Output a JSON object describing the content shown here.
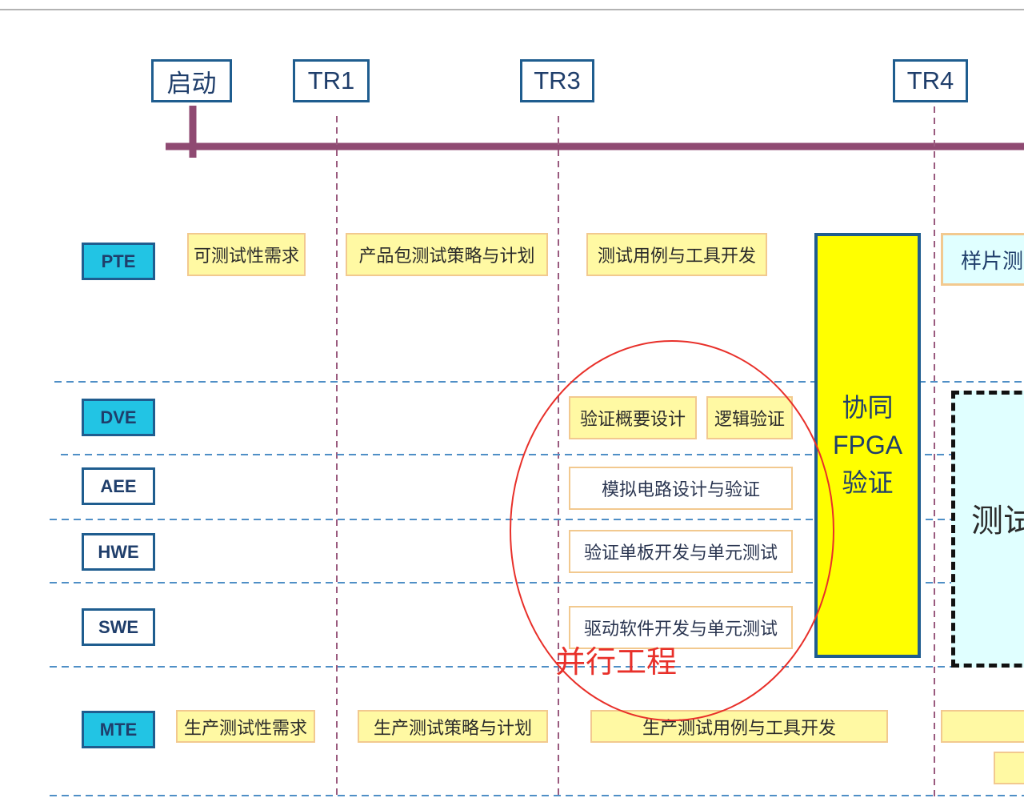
{
  "milestones": [
    {
      "label": "启动"
    },
    {
      "label": "TR1"
    },
    {
      "label": "TR3"
    },
    {
      "label": "TR4"
    }
  ],
  "roles": [
    {
      "label": "PTE",
      "filled": true
    },
    {
      "label": "DVE",
      "filled": true
    },
    {
      "label": "AEE",
      "filled": false
    },
    {
      "label": "HWE",
      "filled": false
    },
    {
      "label": "SWE",
      "filled": false
    },
    {
      "label": "MTE",
      "filled": true
    }
  ],
  "tasks": {
    "pte_1": "可测试性需求",
    "pte_2": "产品包测试策略与计划",
    "pte_3": "测试用例与工具开发",
    "pte_4": "样片测",
    "dve_1": "验证概要设计",
    "dve_2": "逻辑验证",
    "aee_1": "模拟电路设计与验证",
    "hwe_1": "验证单板开发与单元测试",
    "swe_1": "驱动软件开发与单元测试",
    "mte_1": "生产测试性需求",
    "mte_2": "生产测试策略与计划",
    "mte_3": "生产测试用例与工具开发"
  },
  "fpga": {
    "line1": "协同",
    "line2": "FPGA",
    "line3": "验证"
  },
  "test_region": {
    "label": "测试"
  },
  "annotation": {
    "label": "并行工程"
  },
  "colors": {
    "timeline": "#8f4a72",
    "milestone_border": "#1f5d8f",
    "role_fill": "#22c4e4",
    "task_fill": "#fff9a3",
    "task_border": "#f2c98f",
    "fpga_fill": "#ffff00",
    "test_fill": "#e0ffff",
    "separator": "#4f8fc6",
    "annotation": "#e8302a"
  }
}
